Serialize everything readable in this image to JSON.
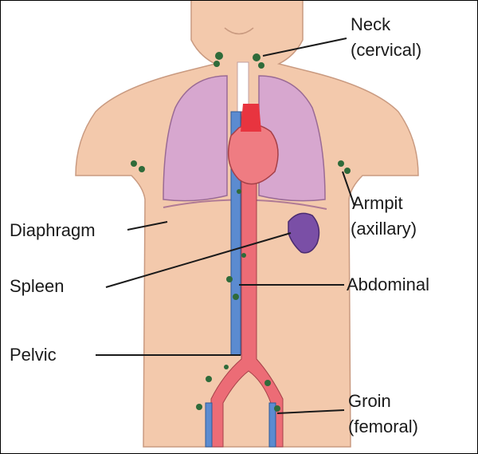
{
  "labels": {
    "neck_line1": "Neck",
    "neck_line2": "(cervical)",
    "armpit_line1": "Armpit",
    "armpit_line2": "(axillary)",
    "diaphragm": "Diaphragm",
    "spleen": "Spleen",
    "abdominal": "Abdominal",
    "pelvic": "Pelvic",
    "groin_line1": "Groin",
    "groin_line2": "(femoral)"
  },
  "colors": {
    "skin": "#f3c9ac",
    "lung": "#d7a7cf",
    "artery": "#ec6c76",
    "vein": "#5b8bd0",
    "heart": "#ef7c82",
    "spleen": "#7a4fa6",
    "lymph_node": "#2f6b3a",
    "text": "#1a1a1a"
  }
}
